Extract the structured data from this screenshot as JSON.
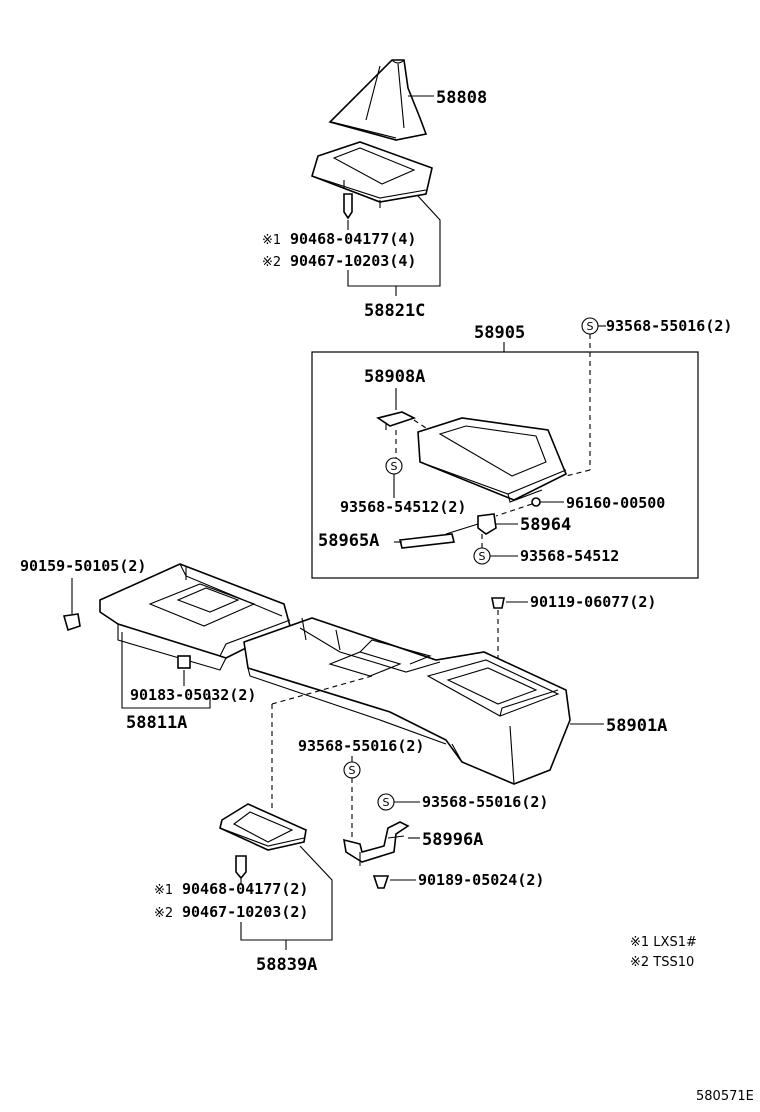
{
  "labels": {
    "l58808": "58808",
    "l90468a": "90468-04177(4)",
    "l90467a": "90467-10203(4)",
    "mark1a": "※1",
    "mark2a": "※2",
    "l58821c": "58821C",
    "l58905": "58905",
    "l93568_55016_top": "93568-55016(2)",
    "l58908a": "58908A",
    "l93568_54512_2": "93568-54512(2)",
    "l96160": "96160-00500",
    "l58965a": "58965A",
    "l58964": "58964",
    "l93568_54512": "93568-54512",
    "l90159": "90159-50105(2)",
    "l90119": "90119-06077(2)",
    "l90183": "90183-05032(2)",
    "l58811a": "58811A",
    "l58901a": "58901A",
    "l93568_55016_mid": "93568-55016(2)",
    "l93568_55016_low": "93568-55016(2)",
    "l58996a": "58996A",
    "l90189": "90189-05024(2)",
    "l90468b": "90468-04177(2)",
    "l90467b": "90467-10203(2)",
    "mark1b": "※1",
    "mark2b": "※2",
    "l58839a": "58839A",
    "note1": "※1 LXS1#",
    "note2": "※2 TSS10",
    "diagram_code": "580571E",
    "s_symbol": "S"
  }
}
